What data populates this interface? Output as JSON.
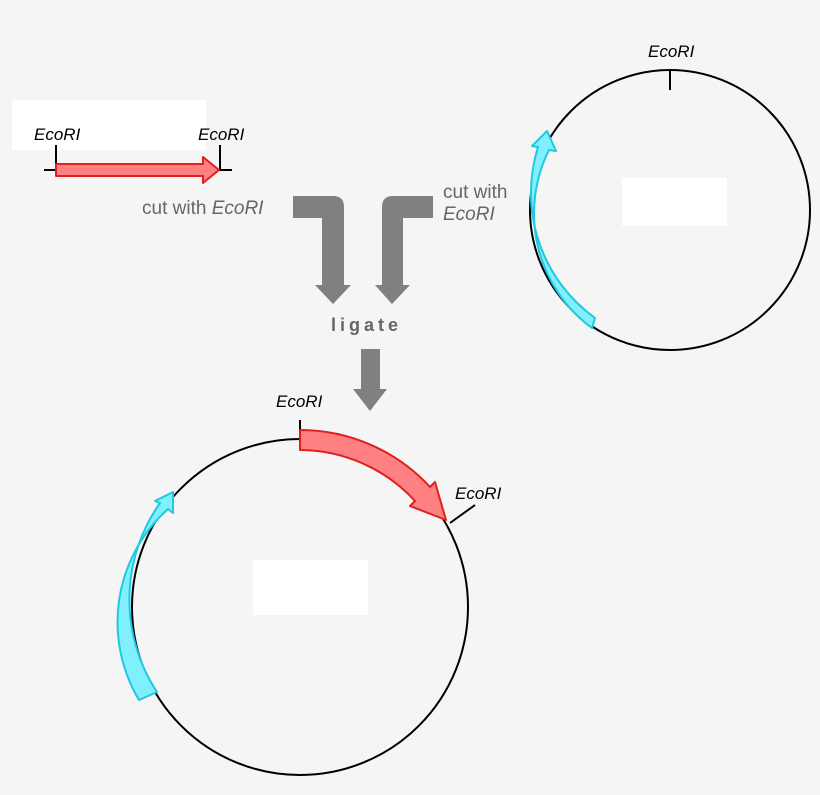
{
  "labels": {
    "insert_site_left": "EcoRI",
    "insert_site_right": "EcoRI",
    "vector_site": "EcoRI",
    "cut_insert_prefix": "cut with ",
    "cut_insert_enzyme": "EcoRI",
    "cut_vector_line1": "cut with",
    "cut_vector_line2": "EcoRI",
    "ligate": "ligate",
    "product_site_top": "EcoRI",
    "product_site_right": "EcoRI"
  },
  "colors": {
    "background": "#f5f5f5",
    "insert_fill": "#ff8080",
    "insert_stroke": "#e02020",
    "marker_fill": "#80f0ff",
    "marker_stroke": "#20c8e0",
    "process_arrow": "#808080",
    "dna_line": "#000000",
    "label_box": "#ffffff"
  }
}
